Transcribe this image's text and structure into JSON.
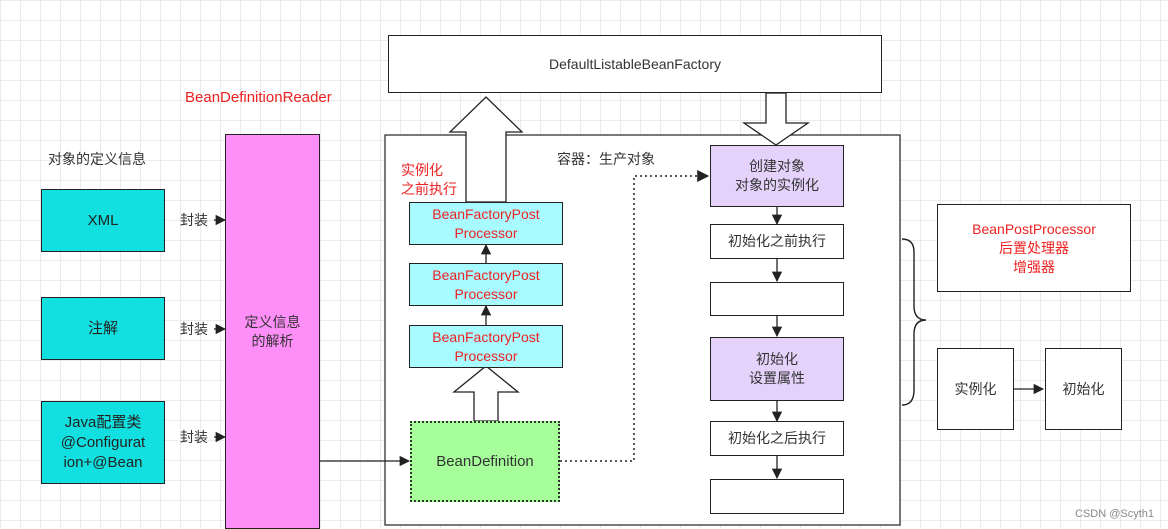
{
  "factory": {
    "label": "DefaultListableBeanFactory"
  },
  "reader": {
    "label": "BeanDefinitionReader"
  },
  "sources": {
    "title": "对象的定义信息",
    "items": [
      {
        "label": "XML",
        "wrap": "封装"
      },
      {
        "label": "注解",
        "wrap": "封装"
      },
      {
        "label": "Java配置类\n@Configurat\nion+@Bean",
        "wrap": "封装"
      }
    ]
  },
  "parser": {
    "label": "定义信息\n的解析"
  },
  "container": {
    "label": "容器：生产对象",
    "before_note": "实例化\n之前执行",
    "bfpp": [
      "BeanFactoryPost\nProcessor",
      "BeanFactoryPost\nProcessor",
      "BeanFactoryPost\nProcessor"
    ],
    "bean_definition": "BeanDefinition",
    "steps": {
      "create": "创建对象\n对象的实例化",
      "before_init": "初始化之前执行",
      "blank_1": "",
      "init": "初始化\n设置属性",
      "after_init": "初始化之后执行",
      "blank_2": ""
    }
  },
  "bpp": {
    "label": "BeanPostProcessor\n后置处理器\n增强器"
  },
  "lifecycle": {
    "instantiate": "实例化",
    "initialize": "初始化"
  },
  "watermark": "CSDN @Scyth1"
}
